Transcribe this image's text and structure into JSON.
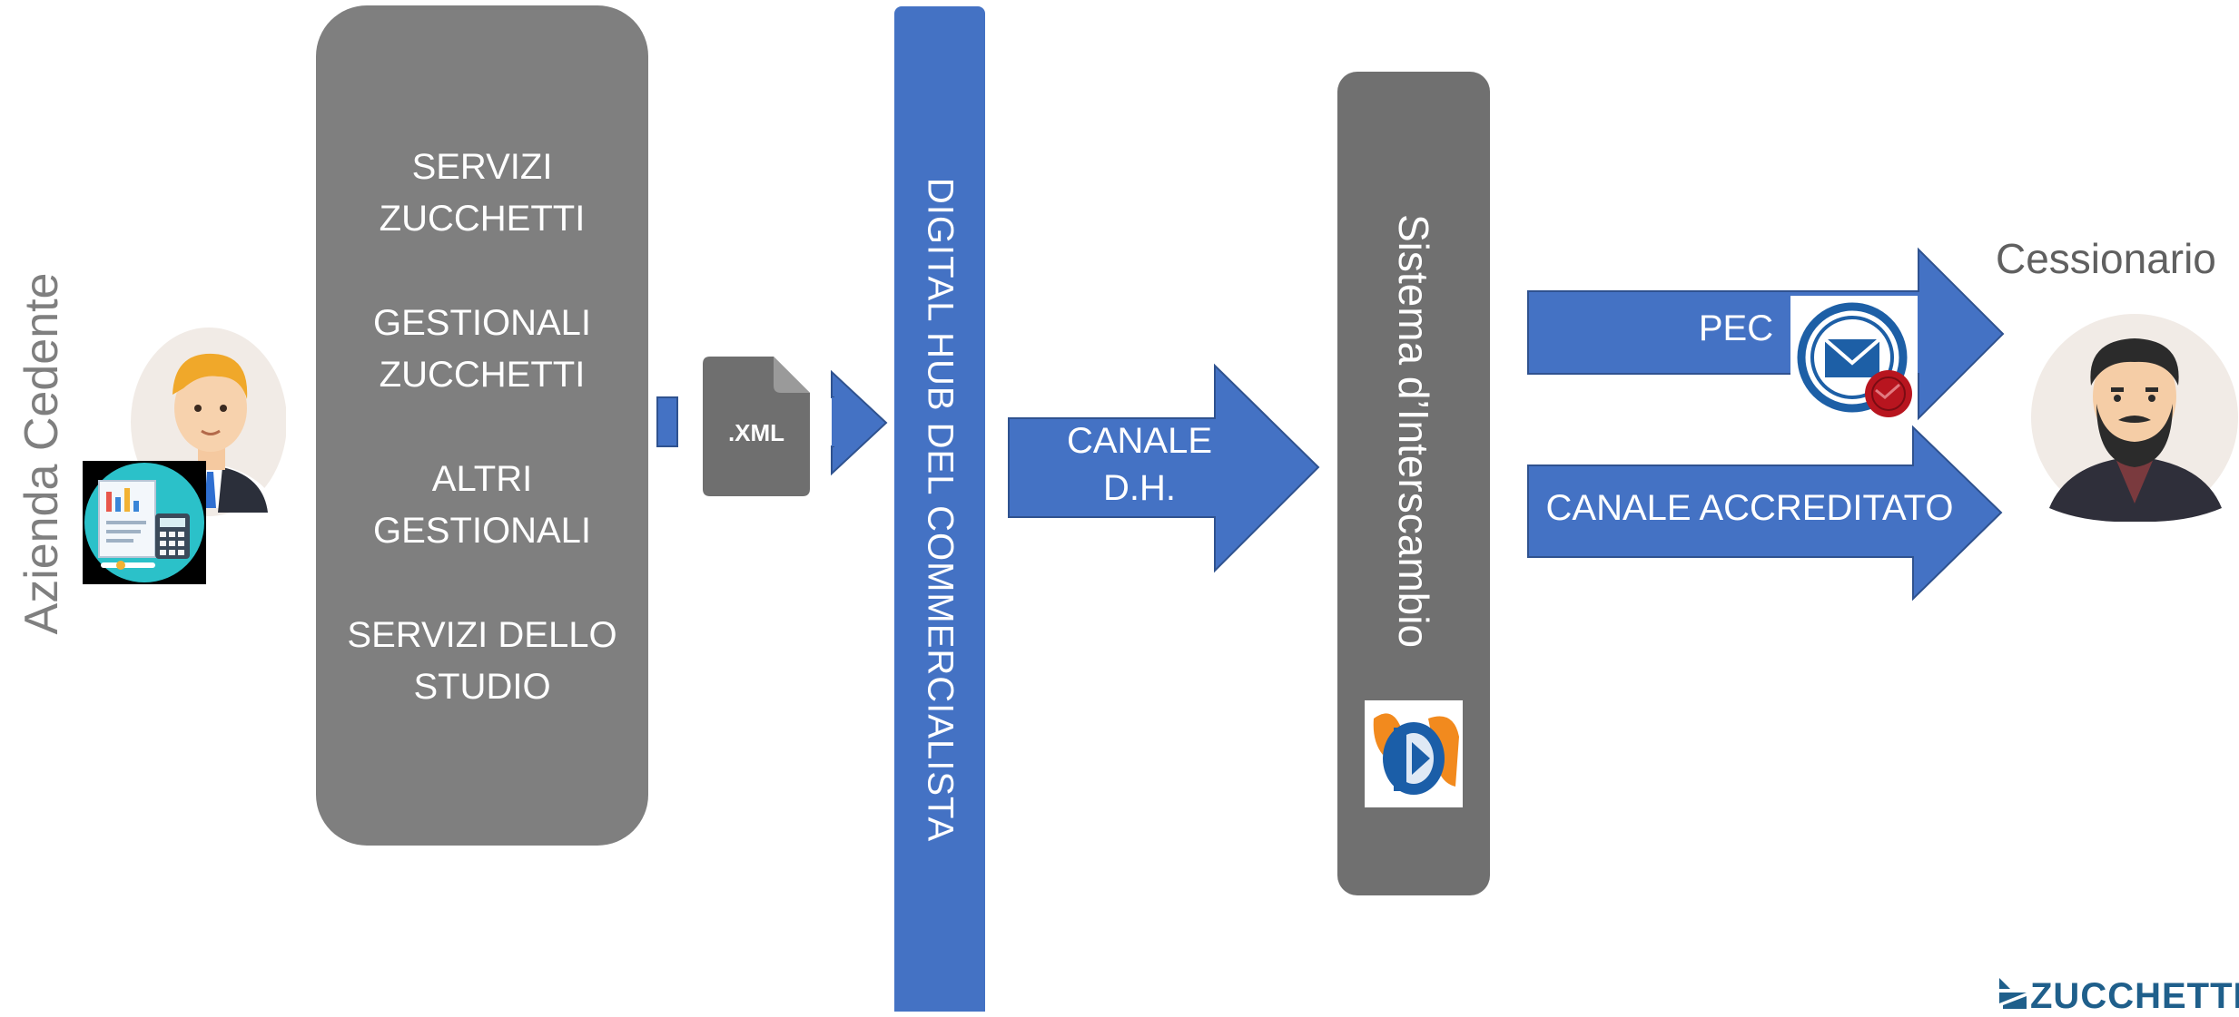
{
  "left_entity": {
    "label": "Azienda Cedente",
    "avatar_icon": "businessman-avatar-icon",
    "doc_icon": "invoice-calculator-icon"
  },
  "services": {
    "items": [
      "SERVIZI\nZUCCHETTI",
      "GESTIONALI\nZUCCHETTI",
      "ALTRI\nGESTIONALI",
      "SERVIZI DELLO\nSTUDIO"
    ]
  },
  "file": {
    "label": ".XML",
    "icon": "xml-file-icon"
  },
  "hub": {
    "label": "DIGITAL HUB DEL COMMERCIALISTA"
  },
  "channel_dh": {
    "label": "CANALE\nD.H."
  },
  "sdi": {
    "label": "Sistema d’Interscambio",
    "logo_icon": "sdi-logo-icon"
  },
  "outputs": {
    "pec": {
      "label": "PEC",
      "icon": "pec-envelope-seal-icon"
    },
    "accreditato": {
      "label": "CANALE ACCREDITATO"
    }
  },
  "right_entity": {
    "label": "Cessionario",
    "avatar_icon": "bearded-man-avatar-icon"
  },
  "brand": {
    "logo_text": "ZUCCHETTI",
    "logo_icon": "zucchetti-logo-icon"
  },
  "colors": {
    "blue": "#4472c4",
    "grey": "#7f7f7f",
    "dark_grey": "#707070",
    "arrow_border": "#2f528f"
  }
}
